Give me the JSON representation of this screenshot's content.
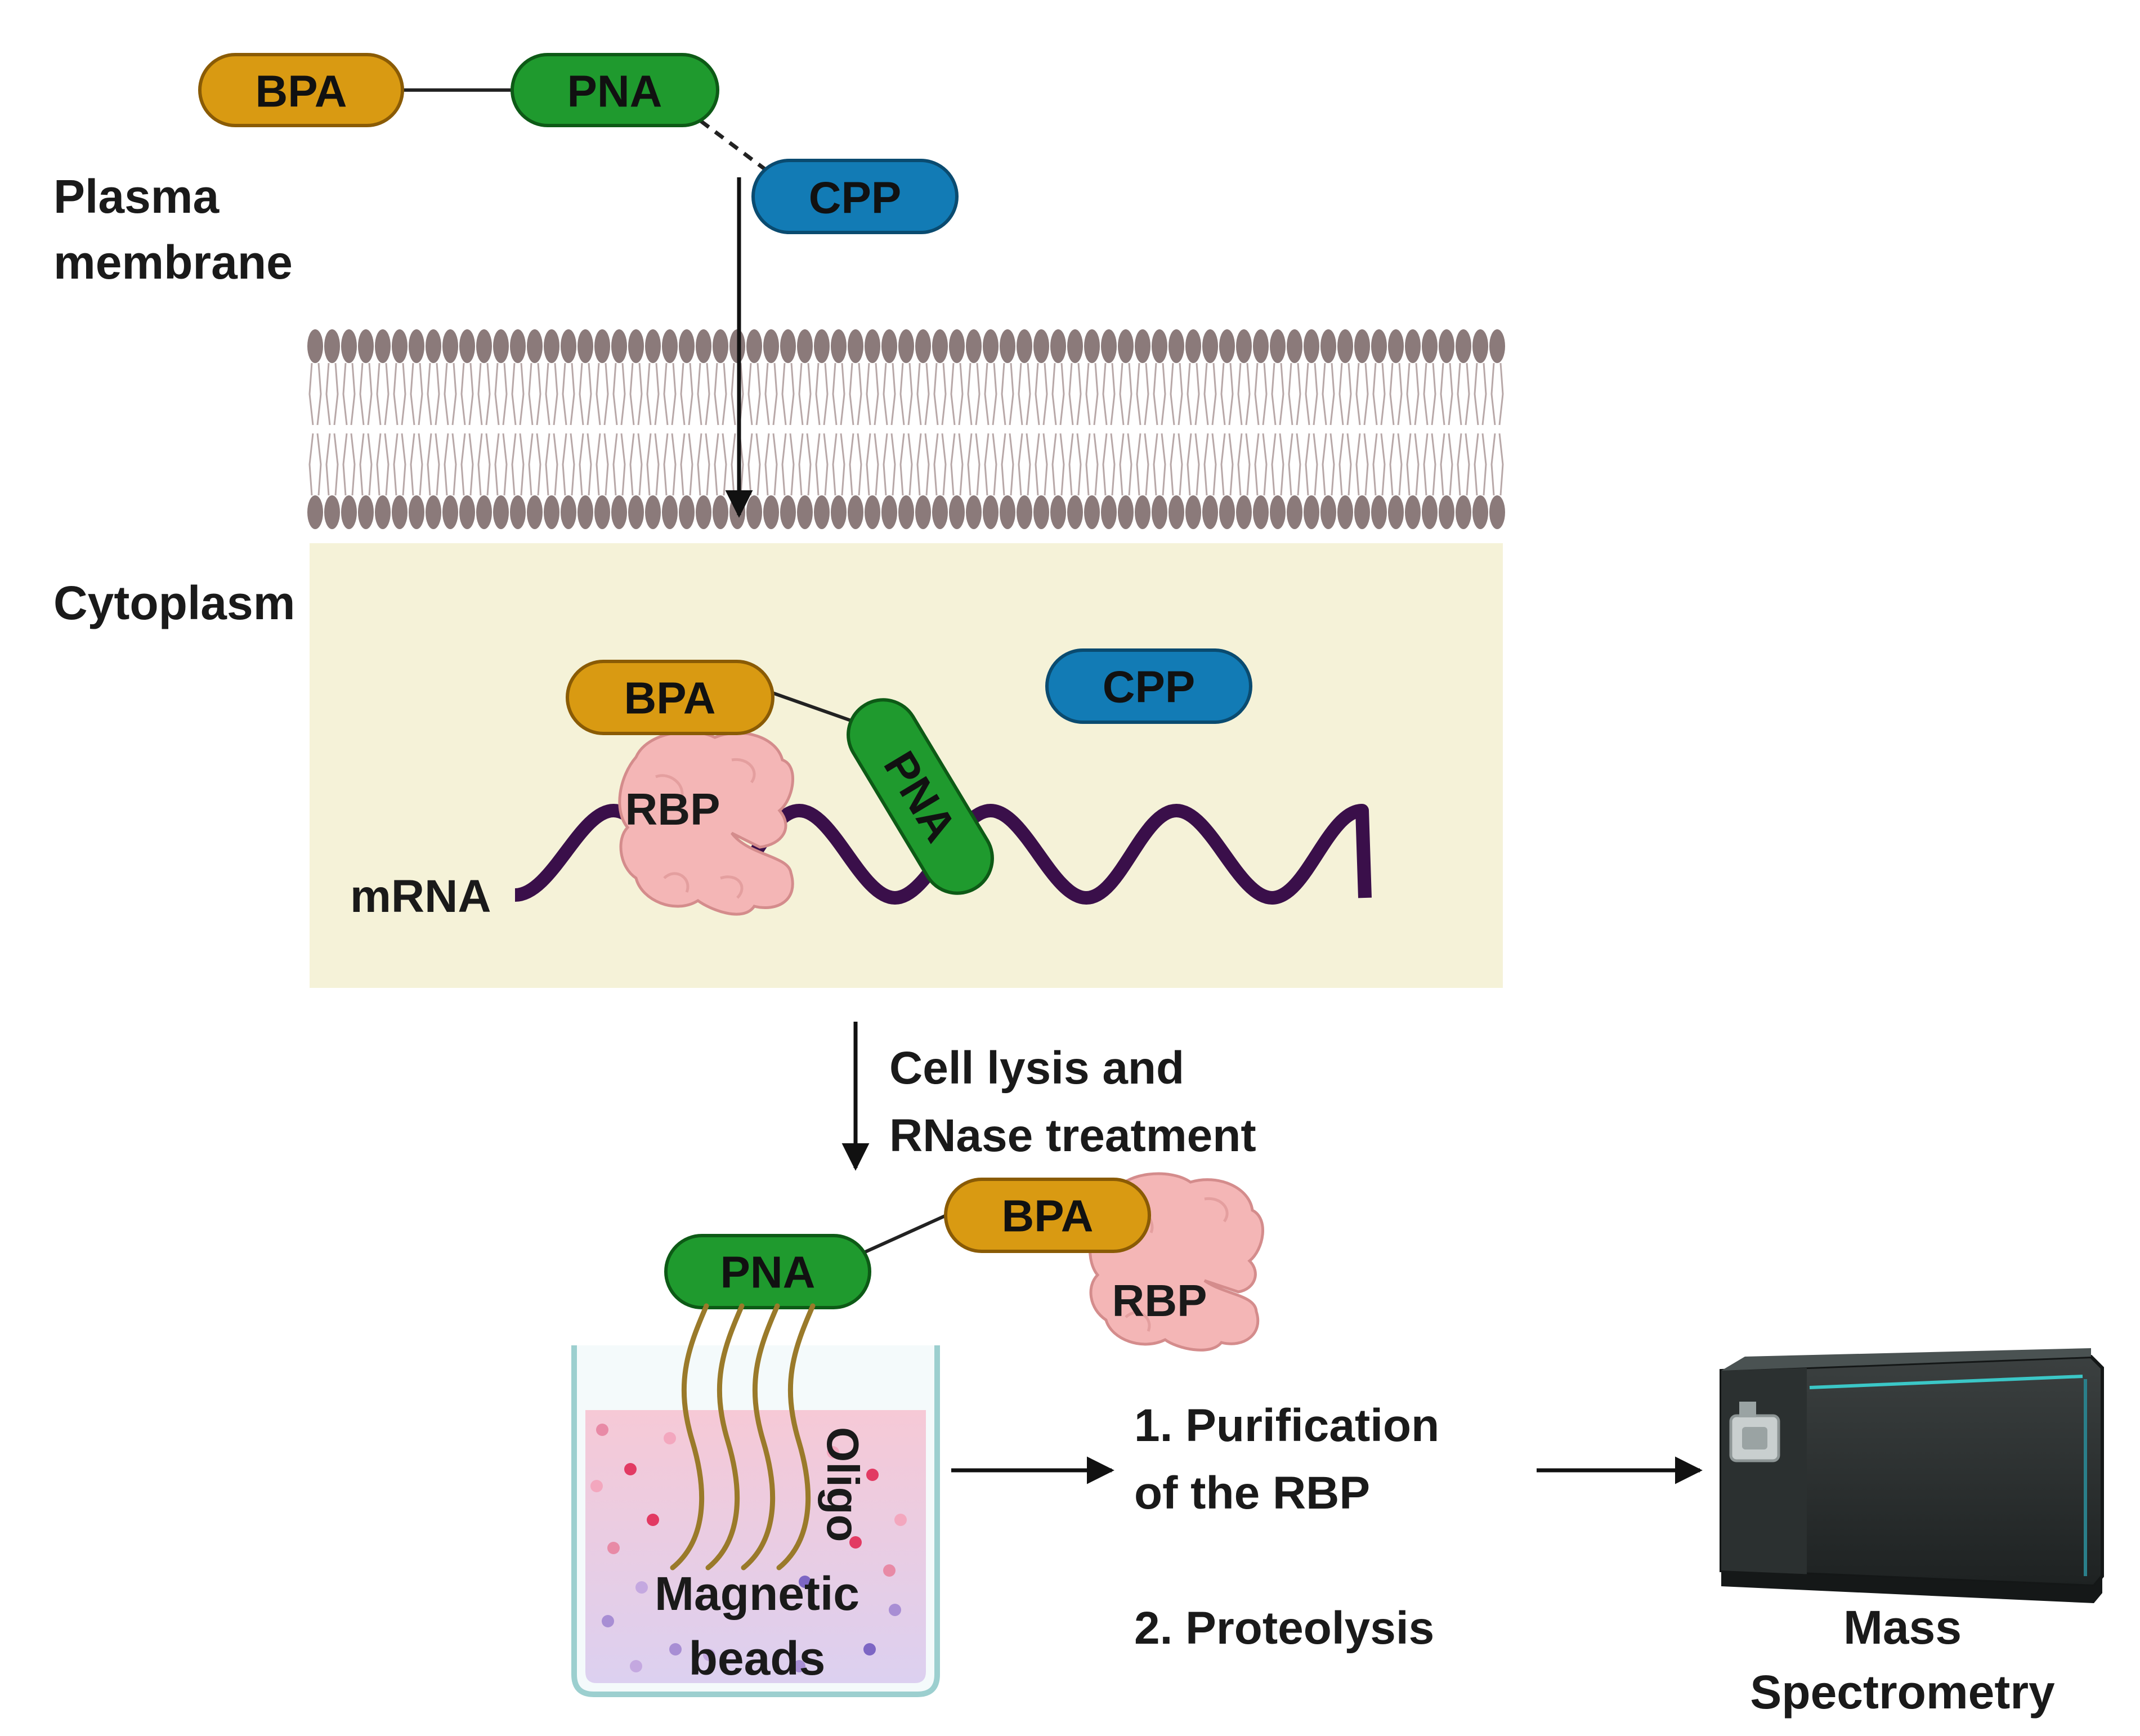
{
  "colors": {
    "bpa": "#D99A12",
    "pna": "#1F9A2E",
    "cpp": "#127BB5",
    "cytoplasm": "#F5F2D8",
    "membrane": "#8B7A7A",
    "mrna": "#3A0F4A",
    "rbp": "#F4B6B6",
    "oligo": "#9A7A2A"
  },
  "top": {
    "bpa": "BPA",
    "pna": "PNA",
    "cpp": "CPP"
  },
  "labels": {
    "plasma_membrane_line1": "Plasma",
    "plasma_membrane_line2": "membrane",
    "cytoplasm": "Cytoplasm",
    "mrna": "mRNA",
    "lysis_line1": "Cell lysis and",
    "lysis_line2": "RNase treatment",
    "oligo": "Oligo",
    "beads_line1": "Magnetic",
    "beads_line2": "beads",
    "step1_line1": "1. Purification",
    "step1_line2": "of the RBP",
    "step2": "2. Proteolysis",
    "ms_line1": "Mass",
    "ms_line2": "Spectrometry"
  },
  "cytoplasm_complex": {
    "bpa": "BPA",
    "pna": "PNA",
    "cpp": "CPP",
    "rbp": "RBP"
  },
  "purified_complex": {
    "pna": "PNA",
    "bpa": "BPA",
    "rbp": "RBP"
  }
}
